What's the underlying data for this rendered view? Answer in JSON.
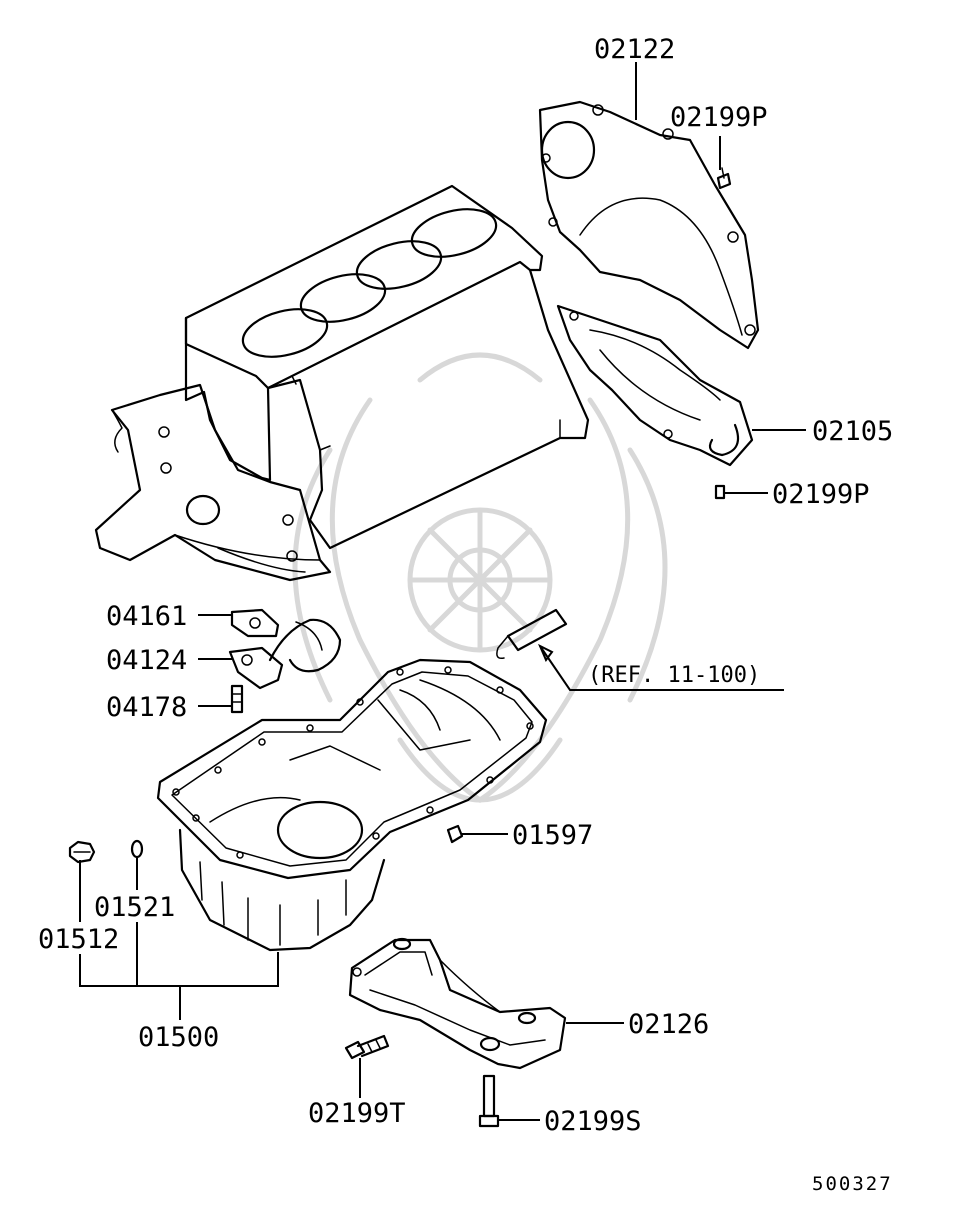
{
  "parts": [
    {
      "id": "p02122",
      "label": "02122"
    },
    {
      "id": "p02199P_a",
      "label": "02199P"
    },
    {
      "id": "p02105",
      "label": "02105"
    },
    {
      "id": "p02199P_b",
      "label": "02199P"
    },
    {
      "id": "p04161",
      "label": "04161"
    },
    {
      "id": "p04124",
      "label": "04124"
    },
    {
      "id": "p04178",
      "label": "04178"
    },
    {
      "id": "p01597",
      "label": "01597"
    },
    {
      "id": "p01521",
      "label": "01521"
    },
    {
      "id": "p01512",
      "label": "01512"
    },
    {
      "id": "p01500",
      "label": "01500"
    },
    {
      "id": "p02126",
      "label": "02126"
    },
    {
      "id": "p02199T",
      "label": "02199T"
    },
    {
      "id": "p02199S",
      "label": "02199S"
    }
  ],
  "reference": "(REF. 11-100)",
  "diagram_code": "500327"
}
